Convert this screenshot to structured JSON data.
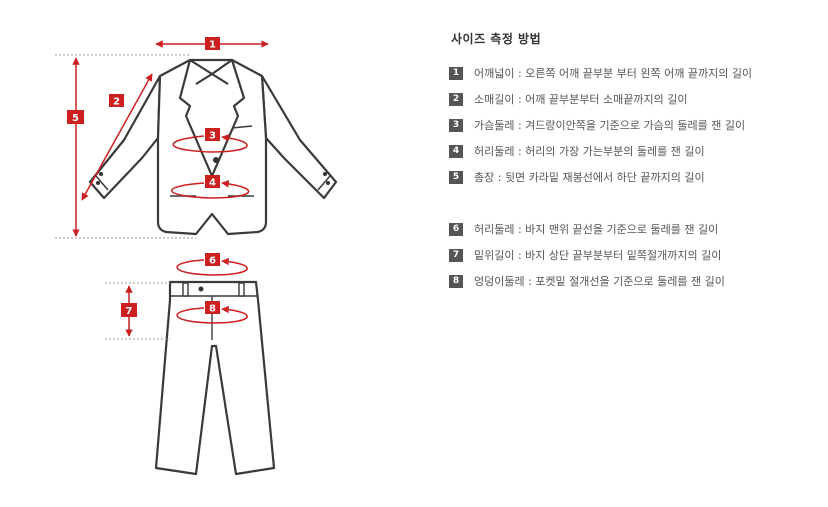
{
  "legend": {
    "title": "사이즈 측정 방법",
    "items": [
      {
        "num": "1",
        "text": "어깨넓이 : 오른쪽 어깨 끝부분 부터 왼쪽 어깨 끝까지의 길이"
      },
      {
        "num": "2",
        "text": "소매길이 : 어깨 끝부분부터 소매끝까지의 길이"
      },
      {
        "num": "3",
        "text": "가슴둘레 : 겨드랑이안쪽을 기준으로 가슴의 둘레를 잰 길이"
      },
      {
        "num": "4",
        "text": "허리둘레 : 허리의 가장 가는부분의 둘레를 잰 길이"
      },
      {
        "num": "5",
        "text": "총장 : 뒷면 카라밑 재봉선에서 하단 끝까지의 길이"
      },
      {
        "num": "6",
        "text": "허리둘레 : 바지 맨위 끝선을 기준으로 둘레를 잰 길이"
      },
      {
        "num": "7",
        "text": "밑위길이 : 바지 상단 끝부분부터 밑쪽절개까지의 길이"
      },
      {
        "num": "8",
        "text": "엉덩이둘레 : 포켓밑 절개선을 기준으로 둘레를 잰 길이"
      }
    ]
  },
  "diagram": {
    "markers": [
      "1",
      "2",
      "3",
      "4",
      "5",
      "6",
      "7",
      "8"
    ]
  },
  "colors": {
    "accent": "#cc1f1f",
    "outline": "#3a3a3a",
    "badge": "#555555",
    "text": "#555555"
  }
}
